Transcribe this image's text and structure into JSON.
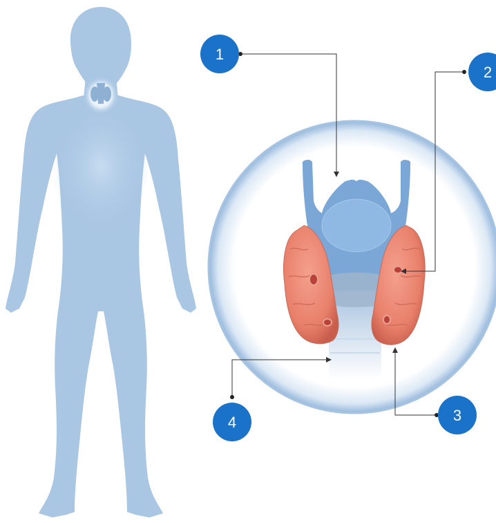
{
  "colors": {
    "body_silhouette": "#a9c6e3",
    "body_glow": "#c5dbef",
    "lens_ring": "#8fb3d9",
    "larynx": "#7aa7d6",
    "trachea": "#a7c3df",
    "thyroid": "#e8806b",
    "nodule": "#b8413a",
    "badge": "#1a73c8",
    "leader": "#222222"
  },
  "icons": {
    "figure": "human-silhouette-icon",
    "organ": "thyroid-gland-icon"
  },
  "callouts": [
    {
      "number": "1"
    },
    {
      "number": "2"
    },
    {
      "number": "3"
    },
    {
      "number": "4"
    }
  ]
}
